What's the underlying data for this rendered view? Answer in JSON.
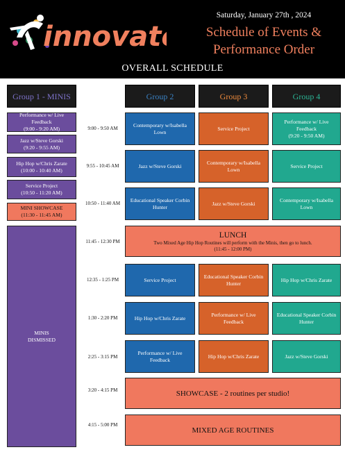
{
  "header": {
    "logo_text": "innovate",
    "date": "Saturday, January 27th , 2024",
    "title_line1": "Schedule of Events &",
    "title_line2": "Performance Order",
    "subtitle": "OVERALL SCHEDULE"
  },
  "groups": {
    "g1": "Group 1  - MINIS",
    "g2": "Group 2",
    "g3": "Group 3",
    "g4": "Group 4"
  },
  "minis": [
    {
      "label": "Performance w/ Live Feedback",
      "time": "(9:00 - 9:20 AM)"
    },
    {
      "label": "Jazz w/Steve Gorski",
      "time": "(9:20 - 9:55 AM)"
    },
    {
      "label": "Hip Hop w/Chris Zarate",
      "time": "(10:00 - 10:40 AM)"
    },
    {
      "label": "Service Project",
      "time": "(10:50 - 11:20 AM)"
    },
    {
      "label": "MINI SHOWCASE",
      "time": "(11:30 - 11:45 AM)"
    },
    {
      "label_line1": "MINIS",
      "label_line2": "DISMISSED"
    }
  ],
  "times": [
    "9:00 - 9:50 AM",
    "9:55 - 10:45 AM",
    "10:50 - 11:40 AM",
    "11:45 - 12:30 PM",
    "12:35 - 1:25 PM",
    "1:30 - 2:20 PM",
    "2:25 - 3:15 PM",
    "3:20 - 4:15 PM",
    "4:15 - 5:00 PM"
  ],
  "rows": [
    {
      "g2": "Contemporary w/Isabella Lown",
      "g3": "Service Project",
      "g4_line1": "Performance w/ Live Feedback",
      "g4_line2": "(9:20 - 9:50 AM)"
    },
    {
      "g2": "Jazz w/Steve Gorski",
      "g3": "Contemporary w/Isabella Lown",
      "g4": "Service Project"
    },
    {
      "g2": "Educational Speaker Corbin Hunter",
      "g3": "Jazz w/Steve Gorski",
      "g4": "Contemporary w/Isabella Lown"
    },
    {
      "g2": "Service Project",
      "g3": "Educational Speaker Corbin Hunter",
      "g4": "Hip Hop w/Chris Zarate"
    },
    {
      "g2": "Hip Hop w/Chris Zarate",
      "g3": "Performance w/ Live Feedback",
      "g4": "Educational Speaker Corbin Hunter"
    },
    {
      "g2": "Performance w/ Live Feedback",
      "g3": "Hip Hop w/Chris Zarate",
      "g4": "Jazz w/Steve Gorski"
    }
  ],
  "lunch": {
    "title": "LUNCH",
    "sub_line1": "Two Mixed Age Hip Hop Routines will perform with the Minis, then go to lunch.",
    "sub_line2": "(11:45 - 12:00 PM)"
  },
  "showcase": "SHOWCASE - 2 routines per studio!",
  "mixed": "MIXED AGE ROUTINES",
  "colors": {
    "group1": "#6b4d9d",
    "group2": "#1f68ad",
    "group3": "#d6622a",
    "group4": "#21a88f",
    "highlight": "#f0785e",
    "header_bg": "#000000"
  }
}
